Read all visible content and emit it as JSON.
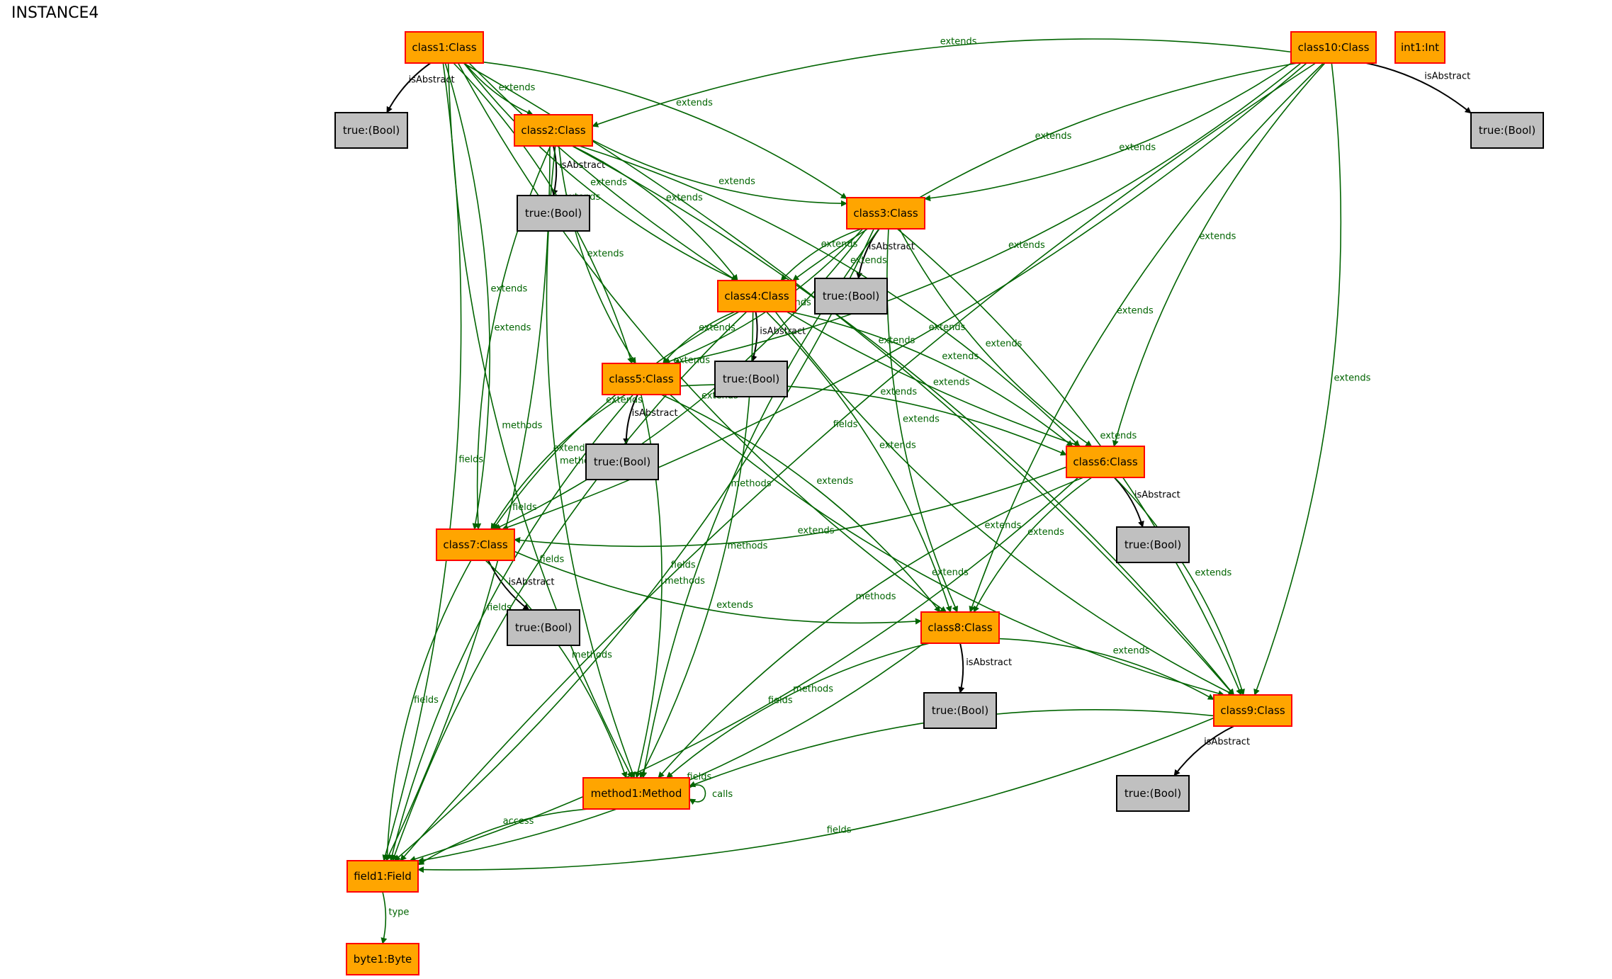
{
  "title": "INSTANCE4",
  "colors": {
    "class_fill": "#ffa500",
    "class_stroke": "#ff0000",
    "bool_fill": "#c0c0c0",
    "bool_stroke": "#000000",
    "edge_green": "#006400",
    "edge_black": "#000000"
  },
  "nodes": [
    {
      "id": "class1",
      "label": "class1:Class",
      "kind": "obj"
    },
    {
      "id": "class2",
      "label": "class2:Class",
      "kind": "obj"
    },
    {
      "id": "class3",
      "label": "class3:Class",
      "kind": "obj"
    },
    {
      "id": "class4",
      "label": "class4:Class",
      "kind": "obj"
    },
    {
      "id": "class5",
      "label": "class5:Class",
      "kind": "obj"
    },
    {
      "id": "class6",
      "label": "class6:Class",
      "kind": "obj"
    },
    {
      "id": "class7",
      "label": "class7:Class",
      "kind": "obj"
    },
    {
      "id": "class8",
      "label": "class8:Class",
      "kind": "obj"
    },
    {
      "id": "class9",
      "label": "class9:Class",
      "kind": "obj"
    },
    {
      "id": "class10",
      "label": "class10:Class",
      "kind": "obj"
    },
    {
      "id": "int1",
      "label": "int1:Int",
      "kind": "obj"
    },
    {
      "id": "method1",
      "label": "method1:Method",
      "kind": "obj"
    },
    {
      "id": "field1",
      "label": "field1:Field",
      "kind": "obj"
    },
    {
      "id": "byte1",
      "label": "byte1:Byte",
      "kind": "obj"
    },
    {
      "id": "b1",
      "label": "true:(Bool)",
      "kind": "bool"
    },
    {
      "id": "b2",
      "label": "true:(Bool)",
      "kind": "bool"
    },
    {
      "id": "b3",
      "label": "true:(Bool)",
      "kind": "bool"
    },
    {
      "id": "b4",
      "label": "true:(Bool)",
      "kind": "bool"
    },
    {
      "id": "b5",
      "label": "true:(Bool)",
      "kind": "bool"
    },
    {
      "id": "b6",
      "label": "true:(Bool)",
      "kind": "bool"
    },
    {
      "id": "b7",
      "label": "true:(Bool)",
      "kind": "bool"
    },
    {
      "id": "b8",
      "label": "true:(Bool)",
      "kind": "bool"
    },
    {
      "id": "b9",
      "label": "true:(Bool)",
      "kind": "bool"
    },
    {
      "id": "b10",
      "label": "true:(Bool)",
      "kind": "bool"
    }
  ],
  "edges": [
    {
      "from": "class1",
      "to": "b1",
      "label": "isAbstract"
    },
    {
      "from": "class2",
      "to": "b2",
      "label": "isAbstract"
    },
    {
      "from": "class3",
      "to": "b3",
      "label": "isAbstract"
    },
    {
      "from": "class4",
      "to": "b4",
      "label": "isAbstract"
    },
    {
      "from": "class5",
      "to": "b5",
      "label": "isAbstract"
    },
    {
      "from": "class6",
      "to": "b6",
      "label": "isAbstract"
    },
    {
      "from": "class7",
      "to": "b7",
      "label": "isAbstract"
    },
    {
      "from": "class8",
      "to": "b8",
      "label": "isAbstract"
    },
    {
      "from": "class9",
      "to": "b9",
      "label": "isAbstract"
    },
    {
      "from": "class10",
      "to": "b10",
      "label": "isAbstract"
    },
    {
      "from": "class1",
      "to": "class2",
      "label": "extends"
    },
    {
      "from": "class1",
      "to": "class3",
      "label": "extends"
    },
    {
      "from": "class1",
      "to": "class4",
      "label": "extends"
    },
    {
      "from": "class1",
      "to": "class5",
      "label": "extends"
    },
    {
      "from": "class1",
      "to": "class6",
      "label": "extends"
    },
    {
      "from": "class1",
      "to": "class7",
      "label": "extends"
    },
    {
      "from": "class1",
      "to": "class8",
      "label": "extends"
    },
    {
      "from": "class1",
      "to": "class9",
      "label": "extends"
    },
    {
      "from": "class1",
      "to": "method1",
      "label": "methods"
    },
    {
      "from": "class1",
      "to": "field1",
      "label": "fields"
    },
    {
      "from": "class2",
      "to": "class3",
      "label": "extends"
    },
    {
      "from": "class2",
      "to": "class4",
      "label": "extends"
    },
    {
      "from": "class2",
      "to": "class5",
      "label": "extends"
    },
    {
      "from": "class2",
      "to": "class6",
      "label": "extends"
    },
    {
      "from": "class2",
      "to": "class7",
      "label": "extends"
    },
    {
      "from": "class2",
      "to": "class9",
      "label": "extends"
    },
    {
      "from": "class2",
      "to": "method1",
      "label": "methods"
    },
    {
      "from": "class2",
      "to": "field1",
      "label": "fields"
    },
    {
      "from": "class3",
      "to": "class4",
      "label": "extends"
    },
    {
      "from": "class3",
      "to": "class5",
      "label": "extends"
    },
    {
      "from": "class3",
      "to": "class6",
      "label": "extends"
    },
    {
      "from": "class3",
      "to": "class7",
      "label": "extends"
    },
    {
      "from": "class3",
      "to": "class8",
      "label": "extends"
    },
    {
      "from": "class3",
      "to": "class9",
      "label": "extends"
    },
    {
      "from": "class3",
      "to": "method1",
      "label": "methods"
    },
    {
      "from": "class3",
      "to": "field1",
      "label": "fields"
    },
    {
      "from": "class4",
      "to": "class5",
      "label": "extends"
    },
    {
      "from": "class4",
      "to": "class6",
      "label": "extends"
    },
    {
      "from": "class4",
      "to": "class7",
      "label": "extends"
    },
    {
      "from": "class4",
      "to": "class8",
      "label": "extends"
    },
    {
      "from": "class4",
      "to": "class9",
      "label": "extends"
    },
    {
      "from": "class4",
      "to": "method1",
      "label": "methods"
    },
    {
      "from": "class4",
      "to": "field1",
      "label": "fields"
    },
    {
      "from": "class5",
      "to": "class6",
      "label": "extends"
    },
    {
      "from": "class5",
      "to": "class7",
      "label": "extends"
    },
    {
      "from": "class5",
      "to": "class8",
      "label": "extends"
    },
    {
      "from": "class5",
      "to": "class9",
      "label": "extends"
    },
    {
      "from": "class5",
      "to": "method1",
      "label": "methods"
    },
    {
      "from": "class5",
      "to": "field1",
      "label": "fields"
    },
    {
      "from": "class6",
      "to": "class7",
      "label": "extends"
    },
    {
      "from": "class6",
      "to": "class8",
      "label": "extends"
    },
    {
      "from": "class6",
      "to": "class9",
      "label": "extends"
    },
    {
      "from": "class6",
      "to": "method1",
      "label": "methods"
    },
    {
      "from": "class6",
      "to": "field1",
      "label": "fields"
    },
    {
      "from": "class7",
      "to": "class8",
      "label": "extends"
    },
    {
      "from": "class7",
      "to": "method1",
      "label": "methods"
    },
    {
      "from": "class7",
      "to": "field1",
      "label": "fields"
    },
    {
      "from": "class8",
      "to": "class9",
      "label": "extends"
    },
    {
      "from": "class8",
      "to": "method1",
      "label": "methods"
    },
    {
      "from": "class8",
      "to": "field1",
      "label": "fields"
    },
    {
      "from": "class9",
      "to": "method1",
      "label": "methods"
    },
    {
      "from": "class9",
      "to": "field1",
      "label": "fields"
    },
    {
      "from": "class10",
      "to": "class2",
      "label": "extends"
    },
    {
      "from": "class10",
      "to": "class3",
      "label": "extends"
    },
    {
      "from": "class10",
      "to": "class4",
      "label": "extends"
    },
    {
      "from": "class10",
      "to": "class5",
      "label": "extends"
    },
    {
      "from": "class10",
      "to": "class6",
      "label": "extends"
    },
    {
      "from": "class10",
      "to": "class7",
      "label": "extends"
    },
    {
      "from": "class10",
      "to": "class8",
      "label": "extends"
    },
    {
      "from": "class10",
      "to": "class9",
      "label": "extends"
    },
    {
      "from": "class10",
      "to": "field1",
      "label": "fields"
    },
    {
      "from": "method1",
      "to": "method1",
      "label": "calls"
    },
    {
      "from": "method1",
      "to": "field1",
      "label": "access"
    },
    {
      "from": "field1",
      "to": "byte1",
      "label": "type"
    }
  ]
}
